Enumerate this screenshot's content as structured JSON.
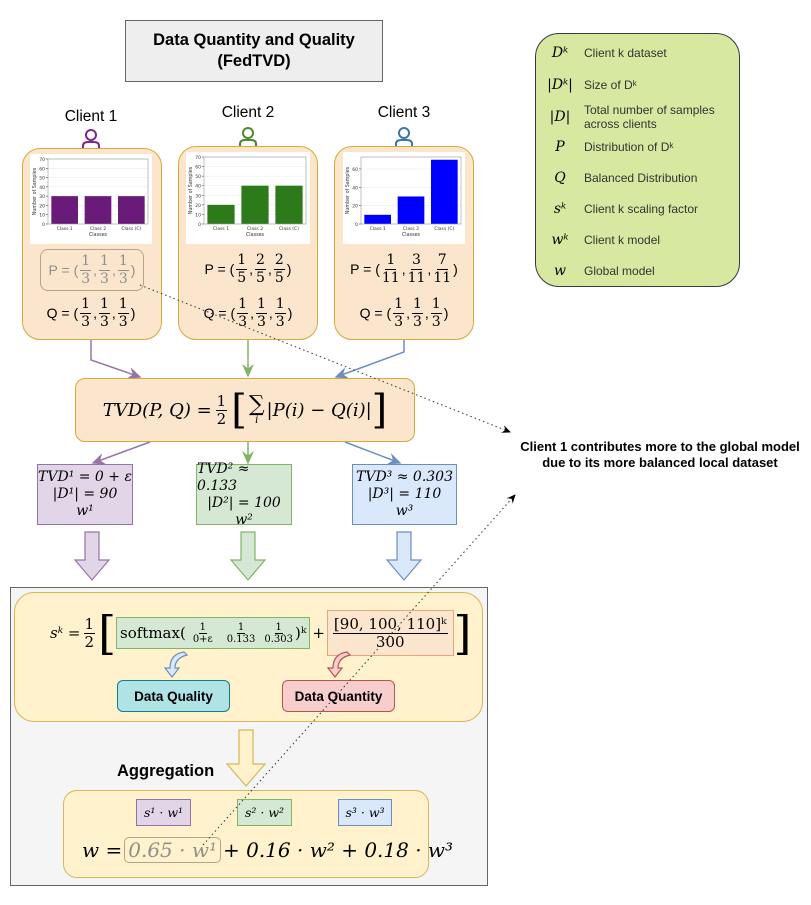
{
  "title": {
    "line1": "Data Quantity and Quality",
    "line2": "(FedTVD)"
  },
  "colors": {
    "client1": "#6a1b7a",
    "client2": "#2d7a1b",
    "client3": "#0000ff",
    "client1_icon": "#7b2a8a",
    "client2_icon": "#4a8a2a",
    "client3_icon": "#3a76a8",
    "card_fill": "#fce5cd",
    "card_border": "#d6a93a",
    "legend_fill": "#d7e9a0"
  },
  "clients": [
    {
      "label": "Client 1",
      "icon": "person-icon",
      "P": [
        "1",
        "3",
        "1",
        "3",
        "1",
        "3"
      ],
      "Q": [
        "1",
        "3",
        "1",
        "3",
        "1",
        "3"
      ]
    },
    {
      "label": "Client 2",
      "icon": "person-icon",
      "P": [
        "1",
        "5",
        "2",
        "5",
        "2",
        "5"
      ],
      "Q": [
        "1",
        "3",
        "1",
        "3",
        "1",
        "3"
      ]
    },
    {
      "label": "Client 3",
      "icon": "person-icon",
      "P": [
        "1",
        "11",
        "3",
        "11",
        "7",
        "11"
      ],
      "Q": [
        "1",
        "3",
        "1",
        "3",
        "1",
        "3"
      ]
    }
  ],
  "labels": {
    "P": "P = (",
    "Q": "Q = (",
    "comma": ",",
    "close": ")"
  },
  "chart_data": [
    {
      "type": "bar",
      "title": "",
      "xlabel": "Classes",
      "ylabel": "Number of Samples",
      "categories": [
        "Class 1",
        "Class 2",
        "Class (C)"
      ],
      "values": [
        30,
        30,
        30
      ],
      "ylim": [
        0,
        70
      ],
      "yticks": [
        0,
        10,
        20,
        30,
        40,
        50,
        60,
        70
      ],
      "color": "#6a1b7a",
      "grid": true
    },
    {
      "type": "bar",
      "title": "",
      "xlabel": "Classes",
      "ylabel": "Number of Samples",
      "categories": [
        "Class 1",
        "Class 2",
        "Class (C)"
      ],
      "values": [
        20,
        40,
        40
      ],
      "ylim": [
        0,
        70
      ],
      "yticks": [
        0,
        10,
        20,
        30,
        40,
        50,
        60,
        70
      ],
      "color": "#2d7a1b",
      "grid": true
    },
    {
      "type": "bar",
      "title": "",
      "xlabel": "Classes",
      "ylabel": "Number of Samples",
      "categories": [
        "Class 1",
        "Class 2",
        "Class (C)"
      ],
      "values": [
        10,
        30,
        70
      ],
      "ylim": [
        0,
        73
      ],
      "yticks": [
        0,
        20,
        40,
        60
      ],
      "color": "#0000ff",
      "grid": true
    }
  ],
  "tvd_formula": {
    "lhs": "TVD(P, Q) =",
    "half_num": "1",
    "half_den": "2",
    "sum": "∑",
    "sum_index": "i",
    "body": "|P(i) − Q(i)|"
  },
  "results": [
    {
      "tvd": "TVD¹ = 0 + ε",
      "size": "|D¹| = 90",
      "model": "w¹"
    },
    {
      "tvd": "TVD² ≈ 0.133",
      "size": "|D²| = 100",
      "model": "w²"
    },
    {
      "tvd": "TVD³ ≈ 0.303",
      "size": "|D³| = 110",
      "model": "w³"
    }
  ],
  "scaling_formula": {
    "lhs": "sᵏ =",
    "half_num": "1",
    "half_den": "2",
    "softmax": "softmax(",
    "terms": [
      {
        "num": "1",
        "den": "0+ε"
      },
      {
        "num": "1",
        "den": "0.133"
      },
      {
        "num": "1",
        "den": "0.303"
      }
    ],
    "softmax_close": ")ᵏ",
    "plus": "+",
    "quantity_num": "[90, 100, 110]ᵏ",
    "quantity_den": "300"
  },
  "buttons": {
    "quality": "Data Quality",
    "quantity": "Data Quantity"
  },
  "aggregation": {
    "label": "Aggregation",
    "tags": [
      "s¹ · w¹",
      "s² · w²",
      "s³ · w³"
    ],
    "lhs": "w =",
    "term1": "0.65 · w¹",
    "rest": "+ 0.16 · w² +  0.18 · w³",
    "weights": [
      0.65,
      0.16,
      0.18
    ]
  },
  "annotation": "Client 1 contributes more to the global model due to its more balanced local dataset",
  "legend": [
    {
      "symbol": "Dᵏ",
      "desc": "Client k dataset"
    },
    {
      "symbol": "|Dᵏ|",
      "desc": "Size of Dᵏ"
    },
    {
      "symbol": "|D|",
      "desc": "Total number of samples across clients"
    },
    {
      "symbol": "P",
      "desc": "Distribution of Dᵏ"
    },
    {
      "symbol": "Q",
      "desc": "Balanced Distribution"
    },
    {
      "symbol": "sᵏ",
      "desc": "Client k scaling factor"
    },
    {
      "symbol": "wᵏ",
      "desc": "Client k model"
    },
    {
      "symbol": "w",
      "desc": "Global model"
    }
  ]
}
